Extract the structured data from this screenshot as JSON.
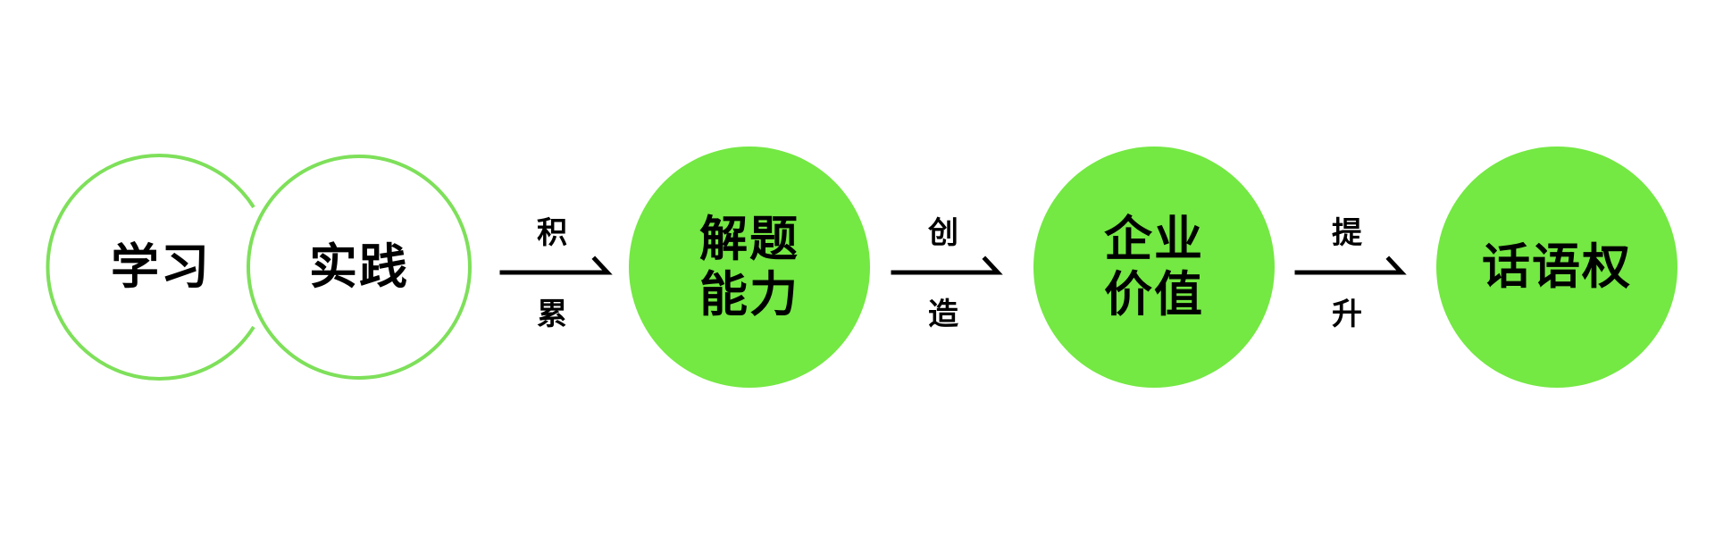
{
  "colors": {
    "accent_green": "#74e843",
    "outline_green": "#7ee05a",
    "text": "#000000",
    "background": "#ffffff"
  },
  "nodes": {
    "learn": {
      "text": "学习"
    },
    "practice": {
      "text": "实践"
    },
    "solve": {
      "line1": "解题",
      "line2": "能力"
    },
    "enterprise": {
      "line1": "企业",
      "line2": "价值"
    },
    "voice": {
      "text": "话语权"
    }
  },
  "arrows": {
    "accumulate": {
      "top": "积",
      "bottom": "累"
    },
    "create": {
      "top": "创",
      "bottom": "造"
    },
    "elevate": {
      "top": "提",
      "bottom": "升"
    }
  }
}
